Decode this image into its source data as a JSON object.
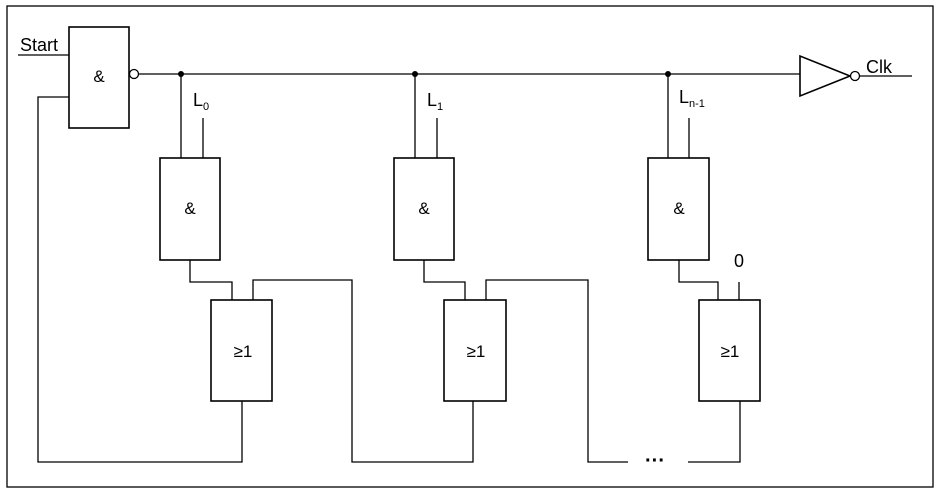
{
  "diagram": {
    "inputs": {
      "start": "Start",
      "zero": "0"
    },
    "output": {
      "clk": "Clk"
    },
    "gates": {
      "start_and": "&",
      "and_1": "&",
      "and_2": "&",
      "and_3": "&",
      "or_1": "≥1",
      "or_2": "≥1",
      "or_3": "≥1"
    },
    "taps": [
      {
        "base": "L",
        "sub": "0"
      },
      {
        "base": "L",
        "sub": "1"
      },
      {
        "base": "L",
        "sub": "n-1"
      }
    ],
    "ellipsis": "···"
  }
}
